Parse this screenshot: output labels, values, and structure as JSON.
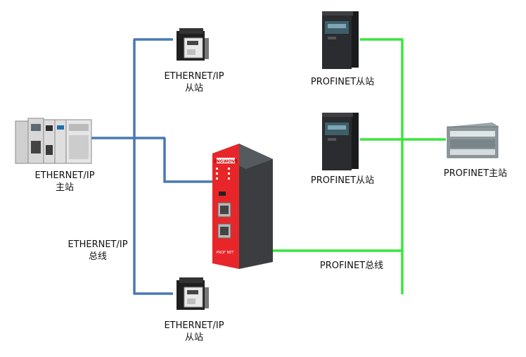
{
  "labels": {
    "eip_slave_top_line1": "ETHERNET/IP",
    "eip_slave_top_line2": "从站",
    "eip_master_line1": "ETHERNET/IP",
    "eip_master_line2": "主站",
    "eip_bus_line1": "ETHERNET/IP",
    "eip_bus_line2": "总线",
    "eip_slave_bottom_line1": "ETHERNET/IP",
    "eip_slave_bottom_line2": "从站",
    "pn_slave_top": "PROFINET从站",
    "pn_slave_mid": "PROFINET从站",
    "pn_master": "PROFINET主站",
    "pn_bus": "PROFINET总线",
    "gateway_brand": "ENGWOVE",
    "gateway_model": "PROF NET"
  },
  "colors": {
    "ethernet_ip_bus": "#4a78b5",
    "profinet_bus": "#39e63a",
    "gateway_body": "#e8262a",
    "gateway_side": "#3b3d40"
  }
}
